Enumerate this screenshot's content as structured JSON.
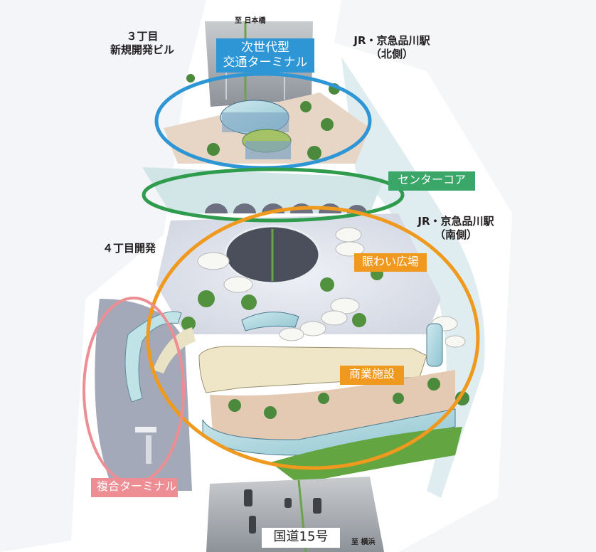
{
  "map": {
    "type": "illustrated aerial site plan",
    "direction_labels": {
      "north": "至 日本橋",
      "south": "至 横浜"
    },
    "area_labels": {
      "chome3": [
        "３丁目",
        "新規開発ビル"
      ],
      "chome4": "４丁目開発",
      "jr_north": [
        "JR・京急品川駅",
        "（北側）"
      ],
      "jr_south": [
        "JR・京急品川駅",
        "（南側）"
      ],
      "route15": "国道15号"
    },
    "zones": [
      {
        "id": "next-gen-terminal",
        "label_lines": [
          "次世代型",
          "交通ターミナル"
        ],
        "color": "#2f96d6"
      },
      {
        "id": "center-core",
        "label": "センターコア",
        "color": "#3aa769"
      },
      {
        "id": "plaza",
        "label": "賑わい広場",
        "color": "#ef9a1f"
      },
      {
        "id": "commercial",
        "label": "商業施設",
        "color": "#ef9a1f"
      },
      {
        "id": "complex-terminal",
        "label": "複合ターミナル",
        "color": "#ec8e93"
      }
    ]
  }
}
